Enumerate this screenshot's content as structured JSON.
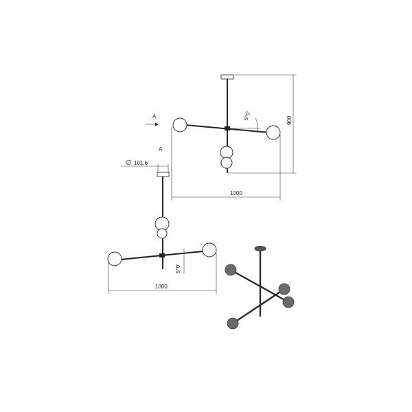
{
  "labels": {
    "view_arrow": "A",
    "view_title": "A",
    "diameter_symbol": "∅",
    "diameter_value": "101,6",
    "height_value": "900",
    "width_top": "1000",
    "width_bottom": "1000",
    "angle_top": "5°0'",
    "angle_bottom": "5°0'"
  },
  "colors": {
    "line": "#222222",
    "smoke_glass": "#6b6b6b",
    "frame": "#2a2a2a"
  },
  "icons": {
    "arrow": "view-direction-arrow"
  }
}
